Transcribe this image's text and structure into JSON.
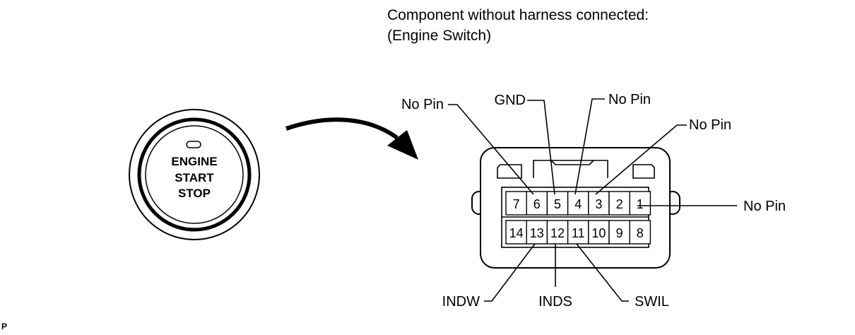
{
  "caption": {
    "line1": "Component without harness connected:",
    "line2": "(Engine Switch)"
  },
  "button": {
    "line1": "ENGINE",
    "line2": "START",
    "line3": "STOP"
  },
  "pins": {
    "top_row": [
      "7",
      "6",
      "5",
      "4",
      "3",
      "2",
      "1"
    ],
    "bottom_row": [
      "14",
      "13",
      "12",
      "11",
      "10",
      "9",
      "8"
    ]
  },
  "labels": {
    "pin6": "No Pin",
    "pin5": "GND",
    "pin4": "No Pin",
    "pin3": "No Pin",
    "pin1": "No Pin",
    "pin13": "INDW",
    "pin12": "INDS",
    "pin11": "SWIL"
  },
  "corner_mark": "P"
}
